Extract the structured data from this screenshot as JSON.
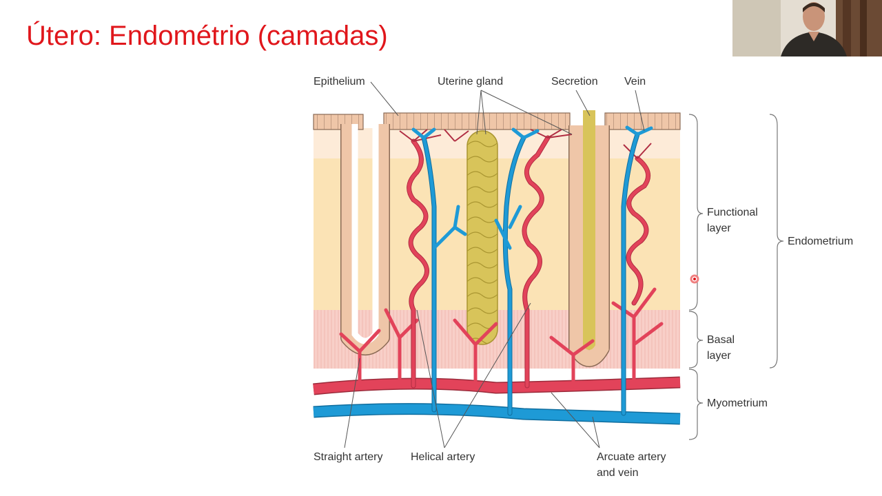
{
  "slide": {
    "title": "Útero: Endométrio (camadas)"
  },
  "diagram": {
    "labels": {
      "epithelium": "Epithelium",
      "uterine_gland": "Uterine gland",
      "secretion": "Secretion",
      "vein": "Vein",
      "functional_layer": [
        "Functional",
        "layer"
      ],
      "endometrium": "Endometrium",
      "basal_layer": [
        "Basal",
        "layer"
      ],
      "myometrium": "Myometrium",
      "straight_artery": "Straight artery",
      "helical_artery": "Helical artery",
      "arcuate": [
        "Arcuate artery",
        "and vein"
      ]
    }
  },
  "colors": {
    "title": "#e0161b",
    "artery": "#e2435a",
    "vein": "#1e9ad6",
    "gland": "#d8c45a",
    "epithelium": "#efc6a8",
    "functional_layer": "#fbe3b5",
    "basal_layer": "#f8cdc7"
  }
}
